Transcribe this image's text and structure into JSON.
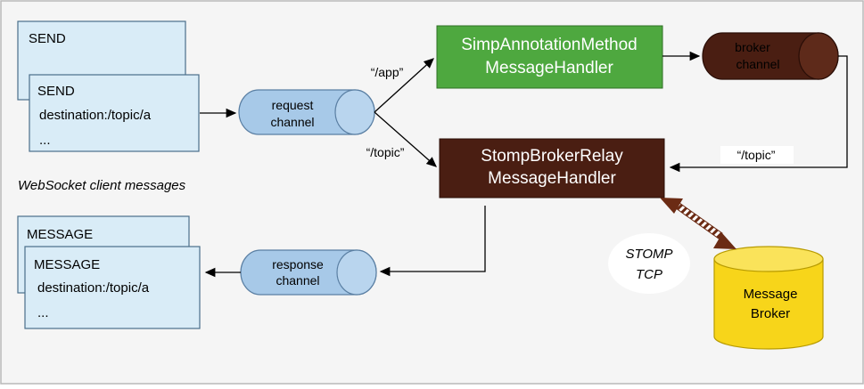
{
  "colors": {
    "frame": "#b8b8b8",
    "page_bg": "#f5f5f5",
    "message_box": "#d9ecf7",
    "message_box_stroke": "#4a6f8a",
    "channel_fill": "#a7c9e8",
    "channel_stroke": "#5a7fa3",
    "handler_green": "#4ea83f",
    "handler_brown": "#4a1e12",
    "broker_channel": "#4a1e12",
    "message_broker": "#f7d51a",
    "message_broker_stroke": "#b89b00",
    "arrow": "#000000",
    "arrow_brown": "#6b2b14"
  },
  "client_messages": {
    "send_back_title": "SEND",
    "send_front_title": "SEND",
    "send_front_dest": "destination:/topic/a",
    "send_front_more": "...",
    "caption": "WebSocket client messages",
    "message_back_title": "MESSAGE",
    "message_front_title": "MESSAGE",
    "message_front_dest": "destination:/topic/a",
    "message_front_more": "..."
  },
  "channels": {
    "request_line1": "request",
    "request_line2": "channel",
    "response_line1": "response",
    "response_line2": "channel",
    "broker_line1": "broker",
    "broker_line2": "channel"
  },
  "handlers": {
    "simp_line1": "SimpAnnotationMethod",
    "simp_line2": "MessageHandler",
    "relay_line1": "StompBrokerRelay",
    "relay_line2": "MessageHandler"
  },
  "labels": {
    "app_dest": "“/app”",
    "topic_dest": "“/topic”",
    "topic_dest_broker": "“/topic”",
    "stomp_line1": "STOMP",
    "stomp_line2": "TCP"
  },
  "message_broker": {
    "line1": "Message",
    "line2": "Broker"
  }
}
